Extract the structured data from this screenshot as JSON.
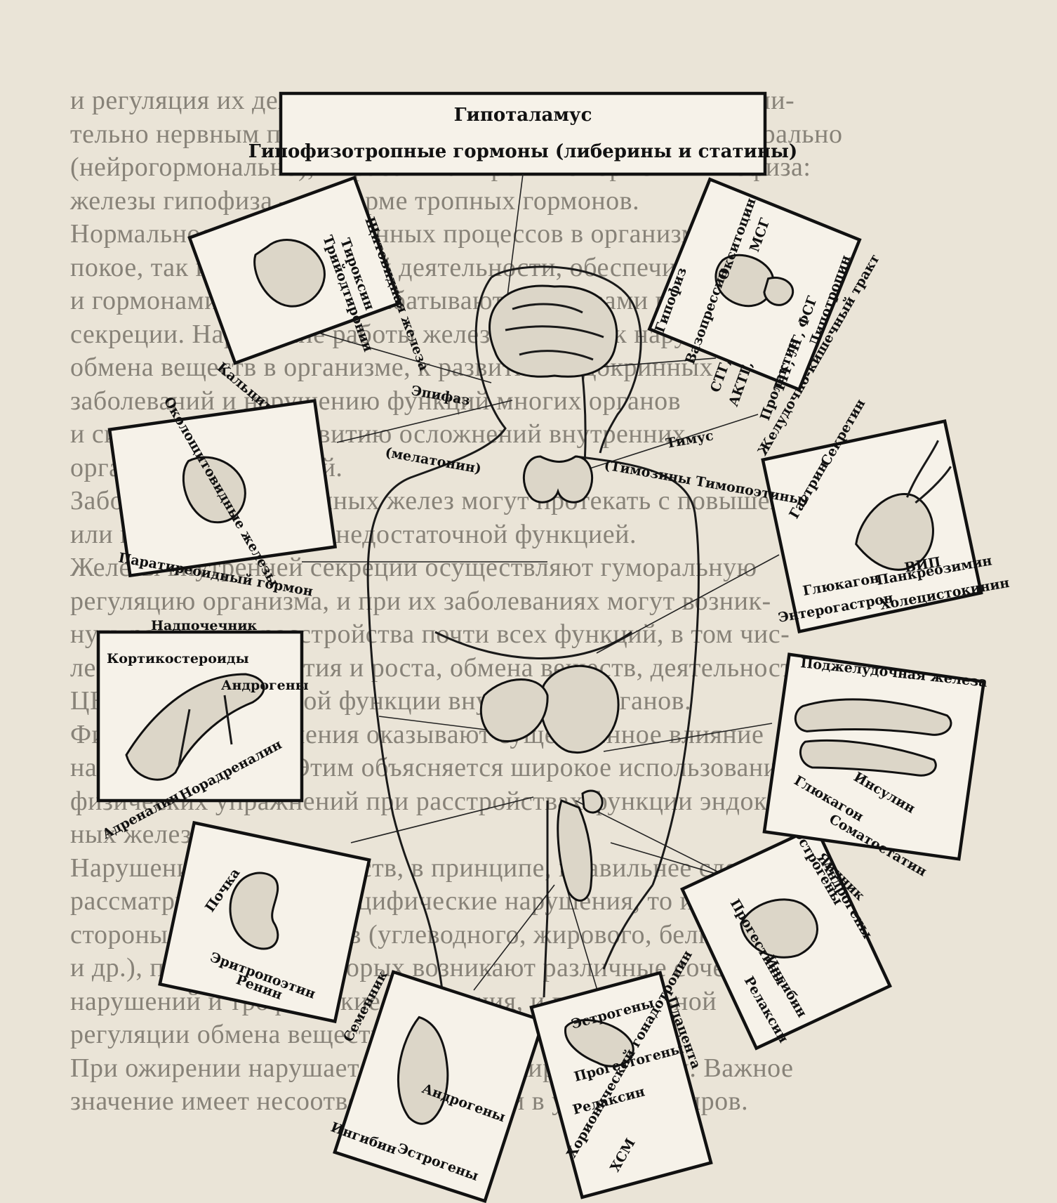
{
  "background_text": [
    "и регуляция их деятельности осуществляется почти исключи-",
    "тельно нервным путем. Другие железы возбуждаются гуморально",
    "(нейрогормонально), вырабатывая тропные гормоны гипофиза:",
    "железы гипофиза — в форме тропных гормонов.",
    "Нормальное течение обменных процессов в организме как в",
    "покое, так и при мышечной деятельности, обеспечивается",
    "и гормонами, которые вырабатываются железами внутренней",
    "секреции. Нарушение работы желез приводит к нарушению",
    "обмена веществ в организме, к развитию эндокринных",
    "заболеваний и нарушению функций многих органов",
    "и систем, а также развитию осложнений внутренних",
    "органов и заболеваний.",
    "Заболевания эндокринных желез могут протекать с повышенной",
    "или пониженной либо недостаточной функцией.",
    "Железы внутренней секреции осуществляют гуморальную",
    "регуляцию организма, и при их заболеваниях могут возник-",
    "нуть различные расстройства почти всех функций, в том чис-",
    "ле нарушения развития и роста, обмена веществ, деятельности",
    "ЦНС, репродуктивной функции внутренних органов.",
    "Физические упражнения оказывают существенное влияние",
    "на обмен веществ. Этим объясняется широкое использование",
    "физических упражнений при расстройствах функции эндокрин-",
    "ных желез.",
    "Нарушение обмена веществ, в принципе, правильнее следует",
    "рассматривать как неспецифические нарушения, то или иной",
    "стороны обмена веществ (углеводного, жирового, белкового",
    "и др.), при одних из которых возникают различные сочетания",
    "нарушений и трофические нарушения, и гормональной",
    "регуляции обмена веществ в организме.",
    "При ожирении нарушается не только жировой обмен. Важное",
    "значение имеет несоответствие печени в усвоении жиров."
  ],
  "hypothalamus": {
    "title": "Гипоталамус",
    "subtitle": "Гипофизотропные гормоны (либерины и статины)"
  },
  "center_labels": {
    "epiphysis": "Эпифаз",
    "melatonin": "(мелатонин)",
    "hypophysis": "Гипофиз",
    "thymus": "Тимус",
    "thymus_hormones": "(Тимозины  Тимопоэтины)"
  },
  "thyroid": {
    "name": "Щитовидная железа",
    "h1": "Тироксин",
    "h2": "Трийодтиронин",
    "h3": "Кальцитонин"
  },
  "pituitary": {
    "h1": "Вазопрессин",
    "h2": "Окситоцин",
    "h3": "МСГ",
    "h4": "СТГ,",
    "h5": "АКТГ,",
    "h6": "ТТГ, ЛГ, ФСГ",
    "h7": "Пролактин",
    "h8": "Липотропин"
  },
  "gi": {
    "name": "Желудочно-кишечный тракт",
    "h1": "Гастрин",
    "h2": "Секретин",
    "h3": "ВИП",
    "h4": "Глюкагон",
    "h5": "Панкреозимин",
    "h6": "Энтерогастрон",
    "h7": "Холецистокинин"
  },
  "pancreas": {
    "name": "Поджелудочная железа",
    "h1": "Инсулин",
    "h2": "Глюкагон",
    "h3": "Соматостатин"
  },
  "ovary": {
    "name": "Яичник",
    "h1": "Эстрогены",
    "h2": "Андрогены",
    "h3": "Прогестины",
    "h4": "Ингибин",
    "h5": "Релаксин"
  },
  "placenta": {
    "name": "Плацента",
    "h1": "Эстрогены",
    "h2": "Прогестогены",
    "h3": "Релаксин",
    "h4": "Хорионический гонадотропин",
    "h5": "ХСМ"
  },
  "testis": {
    "name": "Семенник",
    "h1": "Андрогены",
    "h2": "Ингибин",
    "h3": "Эстрогены"
  },
  "kidney": {
    "name": "Почка",
    "h1": "Эритропоэтин",
    "h2": "Ренин"
  },
  "adrenal": {
    "name": "Надпочечник",
    "h1": "Кортикостероиды",
    "h2": "Андрогены",
    "h3": "Адреналин",
    "h4": "Норадреналин"
  },
  "parathyroid": {
    "name": "Околощитовидные железы",
    "h1": "Паратиреоидный гормон"
  }
}
